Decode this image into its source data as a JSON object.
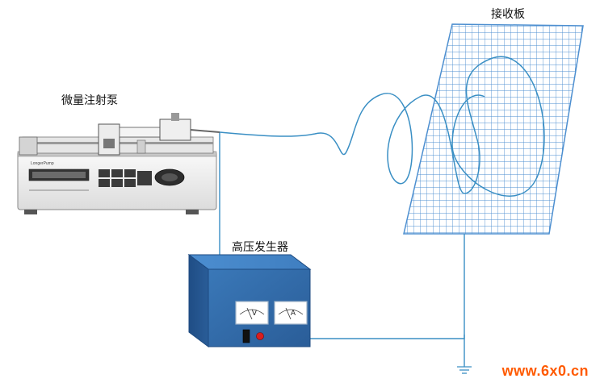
{
  "labels": {
    "pump": "微量注射泵",
    "collector": "接收板",
    "hv_supply": "高压发生器"
  },
  "meters": {
    "voltage": "V",
    "current": "A"
  },
  "pump_panel": {
    "brand": "LongerPump"
  },
  "watermark": "www.6x0.cn",
  "colors": {
    "fiber_line": "#3a8fc4",
    "grid_line": "#4d8fd0",
    "supply_body": "#2f67a6",
    "watermark": "#ff5a00"
  }
}
